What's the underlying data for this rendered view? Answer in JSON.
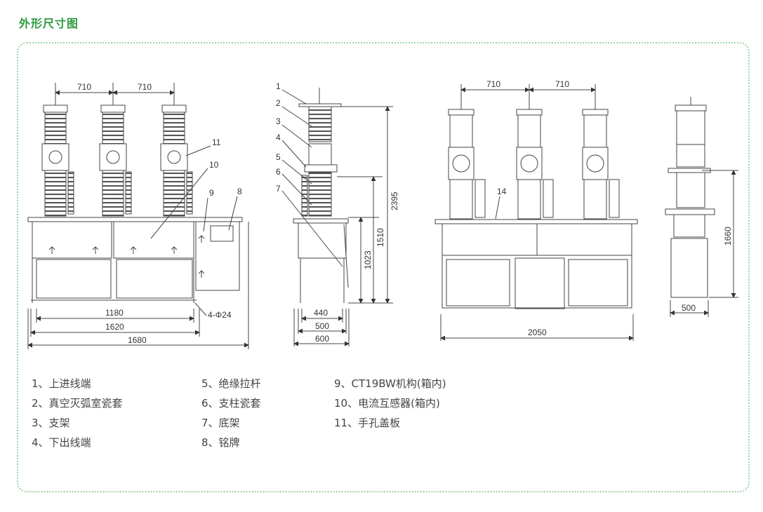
{
  "page": {
    "title": "外形尺寸图"
  },
  "dimensions": {
    "front": {
      "pitch_a": "710",
      "pitch_b": "710",
      "d1180": "1180",
      "d1620": "1620",
      "d1680": "1680",
      "holes": "4-Φ24"
    },
    "side": {
      "d2395": "2395",
      "d1510": "1510",
      "d1023": "1023",
      "d440": "440",
      "d500": "500",
      "d600": "600"
    },
    "right": {
      "pitch_a": "710",
      "pitch_b": "710",
      "d2050": "2050"
    },
    "end": {
      "d1660": "1660",
      "d500": "500"
    }
  },
  "callouts": {
    "front": [
      "11",
      "10",
      "9",
      "8"
    ],
    "side": [
      "1",
      "2",
      "3",
      "4",
      "5",
      "6",
      "7"
    ],
    "right": [
      "14"
    ]
  },
  "legend": {
    "col1": [
      "1、上进线端",
      "2、真空灭弧室瓷套",
      "3、支架",
      "4、下出线端"
    ],
    "col2": [
      "5、绝缘拉杆",
      "6、支柱瓷套",
      "7、底架",
      "8、铭牌"
    ],
    "col3": [
      "9、CT19BW机构(箱内)",
      "10、电流互感器(箱内)",
      "11、手孔盖板"
    ]
  }
}
